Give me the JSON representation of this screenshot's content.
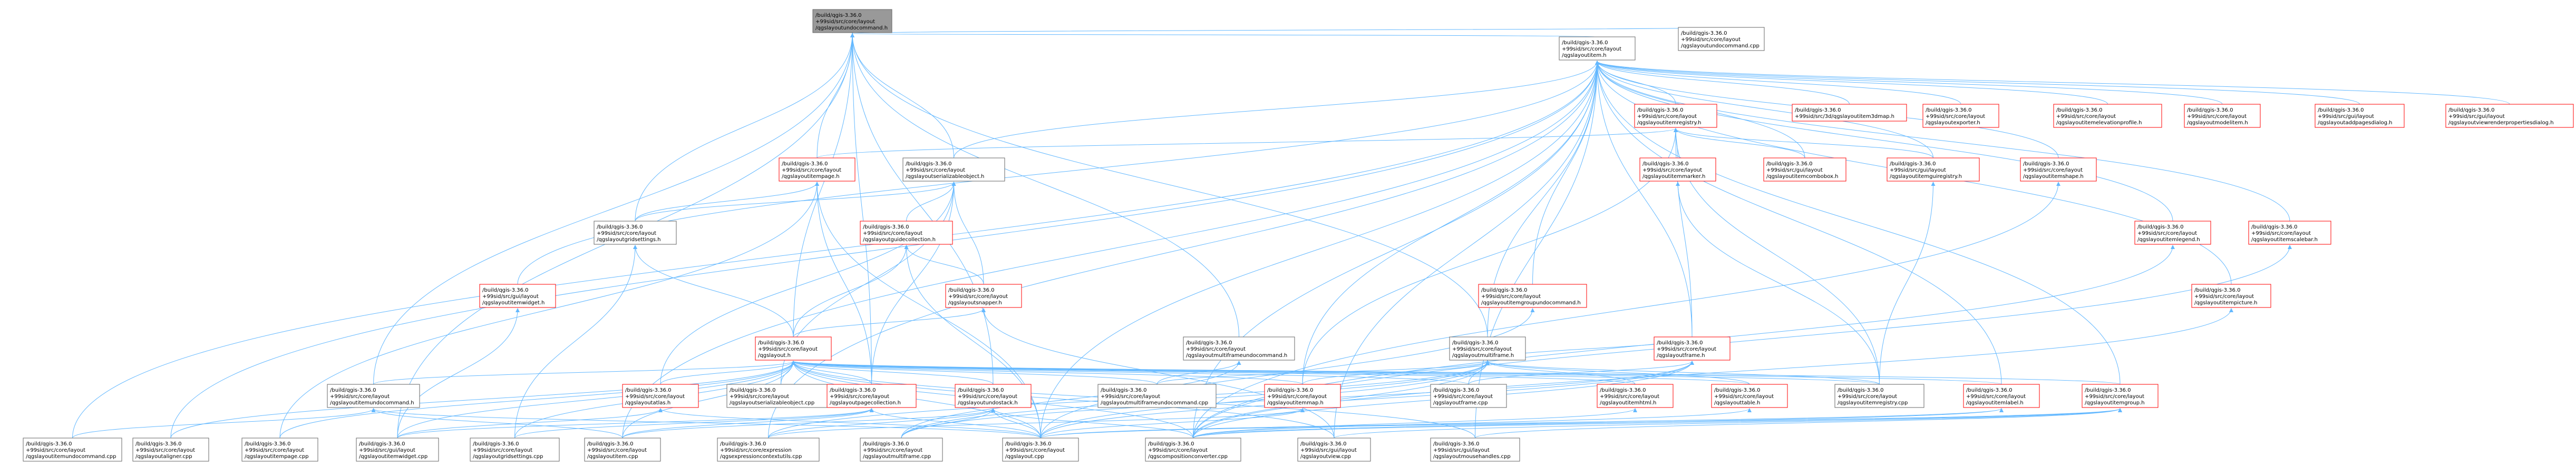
{
  "colors": {
    "edge": "#63b8ff",
    "border_default": "#666666",
    "border_red": "#ff0000",
    "fill_default": "#ffffff",
    "fill_focus": "#999999"
  },
  "graph": {
    "nodes": [
      {
        "id": "root",
        "lines": [
          "/build/qgis-3.36.0",
          "+99sid/src/core/layout",
          "/qgslayoutundocommand.h"
        ],
        "kind": "focus"
      },
      {
        "id": "item_h",
        "lines": [
          "/build/qgis-3.36.0",
          "+99sid/src/core/layout",
          "/qgslayoutitem.h"
        ],
        "kind": "default"
      },
      {
        "id": "undocmd_cpp",
        "lines": [
          "/build/qgis-3.36.0",
          "+99sid/src/core/layout",
          "/qgslayoutundocommand.cpp"
        ],
        "kind": "default"
      },
      {
        "id": "registry_h",
        "lines": [
          "/build/qgis-3.36.0",
          "+99sid/src/core/layout",
          "/qgslayoutitemregistry.h"
        ],
        "kind": "red"
      },
      {
        "id": "bitmap_h",
        "lines": [
          "/build/qgis-3.36.0",
          "+99sid/src/3d/qgslayoutitem3dmap.h"
        ],
        "kind": "red"
      },
      {
        "id": "exporter_h",
        "lines": [
          "/build/qgis-3.36.0",
          "+99sid/src/core/layout",
          "/qgslayoutexporter.h"
        ],
        "kind": "red"
      },
      {
        "id": "elevation_h",
        "lines": [
          "/build/qgis-3.36.0",
          "+99sid/src/core/layout",
          "/qgslayoutitemelevationprofile.h"
        ],
        "kind": "red"
      },
      {
        "id": "modelitem_h",
        "lines": [
          "/build/qgis-3.36.0",
          "+99sid/src/core/layout",
          "/qgslayoutmodelitem.h"
        ],
        "kind": "red"
      },
      {
        "id": "addpages_h",
        "lines": [
          "/build/qgis-3.36.0",
          "+99sid/src/gui/layout",
          "/qgslayoutaddpagesdialog.h"
        ],
        "kind": "red"
      },
      {
        "id": "viewprops_h",
        "lines": [
          "/build/qgis-3.36.0",
          "+99sid/src/gui/layout",
          "/qgslayoutviewrenderpropertiesdialog.h"
        ],
        "kind": "red"
      },
      {
        "id": "itempage_h",
        "lines": [
          "/build/qgis-3.36.0",
          "+99sid/src/core/layout",
          "/qgslayoutitempage.h"
        ],
        "kind": "red"
      },
      {
        "id": "serializable_h",
        "lines": [
          "/build/qgis-3.36.0",
          "+99sid/src/core/layout",
          "/qgslayoutserializableobject.h"
        ],
        "kind": "default"
      },
      {
        "id": "marker_h",
        "lines": [
          "/build/qgis-3.36.0",
          "+99sid/src/core/layout",
          "/qgslayoutitemmarker.h"
        ],
        "kind": "red"
      },
      {
        "id": "combobox_h",
        "lines": [
          "/build/qgis-3.36.0",
          "+99sid/src/gui/layout",
          "/qgslayoutitemcombobox.h"
        ],
        "kind": "red"
      },
      {
        "id": "guiregistry_h",
        "lines": [
          "/build/qgis-3.36.0",
          "+99sid/src/gui/layout",
          "/qgslayoutitemguiregistry.h"
        ],
        "kind": "red"
      },
      {
        "id": "itemshape_h",
        "lines": [
          "/build/qgis-3.36.0",
          "+99sid/src/core/layout",
          "/qgslayoutitemshape.h"
        ],
        "kind": "red"
      },
      {
        "id": "gridsettings_h",
        "lines": [
          "/build/qgis-3.36.0",
          "+99sid/src/core/layout",
          "/qgslayoutgridsettings.h"
        ],
        "kind": "default"
      },
      {
        "id": "guidecoll_h",
        "lines": [
          "/build/qgis-3.36.0",
          "+99sid/src/core/layout",
          "/qgslayoutguidecollection.h"
        ],
        "kind": "red"
      },
      {
        "id": "legend_h",
        "lines": [
          "/build/qgis-3.36.0",
          "+99sid/src/core/layout",
          "/qgslayoutitemlegend.h"
        ],
        "kind": "red"
      },
      {
        "id": "scalebar_h",
        "lines": [
          "/build/qgis-3.36.0",
          "+99sid/src/core/layout",
          "/qgslayoutitemscalebar.h"
        ],
        "kind": "red"
      },
      {
        "id": "itemwidget_h",
        "lines": [
          "/build/qgis-3.36.0",
          "+99sid/src/gui/layout",
          "/qgslayoutitemwidget.h"
        ],
        "kind": "red"
      },
      {
        "id": "snapper_h",
        "lines": [
          "/build/qgis-3.36.0",
          "+99sid/src/core/layout",
          "/qgslayoutsnapper.h"
        ],
        "kind": "red"
      },
      {
        "id": "groupundo_h",
        "lines": [
          "/build/qgis-3.36.0",
          "+99sid/src/core/layout",
          "/qgslayoutitemgroupundocommand.h"
        ],
        "kind": "red"
      },
      {
        "id": "picture_h",
        "lines": [
          "/build/qgis-3.36.0",
          "+99sid/src/core/layout",
          "/qgslayoutitempicture.h"
        ],
        "kind": "red"
      },
      {
        "id": "layout_h",
        "lines": [
          "/build/qgis-3.36.0",
          "+99sid/src/core/layout",
          "/qgslayout.h"
        ],
        "kind": "red"
      },
      {
        "id": "mfundo_h",
        "lines": [
          "/build/qgis-3.36.0",
          "+99sid/src/core/layout",
          "/qgslayoutmultiframeundocommand.h"
        ],
        "kind": "default"
      },
      {
        "id": "multiframe_h",
        "lines": [
          "/build/qgis-3.36.0",
          "+99sid/src/core/layout",
          "/qgslayoutmultiframe.h"
        ],
        "kind": "default"
      },
      {
        "id": "frame_h",
        "lines": [
          "/build/qgis-3.36.0",
          "+99sid/src/core/layout",
          "/qgslayoutframe.h"
        ],
        "kind": "red"
      },
      {
        "id": "itemundocmd_h",
        "lines": [
          "/build/qgis-3.36.0",
          "+99sid/src/core/layout",
          "/qgslayoutitemundocommand.h"
        ],
        "kind": "default"
      },
      {
        "id": "atlas_h",
        "lines": [
          "/build/qgis-3.36.0",
          "+99sid/src/core/layout",
          "/qgslayoutatlas.h"
        ],
        "kind": "red"
      },
      {
        "id": "serializable_cpp",
        "lines": [
          "/build/qgis-3.36.0",
          "+99sid/src/core/layout",
          "/qgslayoutserializableobject.cpp"
        ],
        "kind": "default"
      },
      {
        "id": "pagecoll_h",
        "lines": [
          "/build/qgis-3.36.0",
          "+99sid/src/core/layout",
          "/qgslayoutpagecollection.h"
        ],
        "kind": "red"
      },
      {
        "id": "undostack_h",
        "lines": [
          "/build/qgis-3.36.0",
          "+99sid/src/core/layout",
          "/qgslayoutundostack.h"
        ],
        "kind": "red"
      },
      {
        "id": "mfundo_cpp",
        "lines": [
          "/build/qgis-3.36.0",
          "+99sid/src/core/layout",
          "/qgslayoutmultiframeundocommand.cpp"
        ],
        "kind": "default"
      },
      {
        "id": "itemmap_h",
        "lines": [
          "/build/qgis-3.36.0",
          "+99sid/src/core/layout",
          "/qgslayoutitemmap.h"
        ],
        "kind": "red"
      },
      {
        "id": "frame_cpp",
        "lines": [
          "/build/qgis-3.36.0",
          "+99sid/src/core/layout",
          "/qgslayoutframe.cpp"
        ],
        "kind": "default"
      },
      {
        "id": "html_h",
        "lines": [
          "/build/qgis-3.36.0",
          "+99sid/src/core/layout",
          "/qgslayoutitemhtml.h"
        ],
        "kind": "red"
      },
      {
        "id": "table_h",
        "lines": [
          "/build/qgis-3.36.0",
          "+99sid/src/core/layout",
          "/qgslayouttable.h"
        ],
        "kind": "red"
      },
      {
        "id": "itemregistry_cpp",
        "lines": [
          "/build/qgis-3.36.0",
          "+99sid/src/core/layout",
          "/qgslayoutitemregistry.cpp"
        ],
        "kind": "default"
      },
      {
        "id": "label_h",
        "lines": [
          "/build/qgis-3.36.0",
          "+99sid/src/core/layout",
          "/qgslayoutitemlabel.h"
        ],
        "kind": "red"
      },
      {
        "id": "itemgroup_h",
        "lines": [
          "/build/qgis-3.36.0",
          "+99sid/src/core/layout",
          "/qgslayoutitemgroup.h"
        ],
        "kind": "red"
      },
      {
        "id": "itemundocmd_cpp",
        "lines": [
          "/build/qgis-3.36.0",
          "+99sid/src/core/layout",
          "/qgslayoutitemundocommand.cpp"
        ],
        "kind": "default"
      },
      {
        "id": "aligner_cpp",
        "lines": [
          "/build/qgis-3.36.0",
          "+99sid/src/core/layout",
          "/qgslayoutaligner.cpp"
        ],
        "kind": "default"
      },
      {
        "id": "itempage_cpp",
        "lines": [
          "/build/qgis-3.36.0",
          "+99sid/src/core/layout",
          "/qgslayoutitempage.cpp"
        ],
        "kind": "default"
      },
      {
        "id": "itemwidget_cpp",
        "lines": [
          "/build/qgis-3.36.0",
          "+99sid/src/gui/layout",
          "/qgslayoutitemwidget.cpp"
        ],
        "kind": "default"
      },
      {
        "id": "gridsettings_cpp",
        "lines": [
          "/build/qgis-3.36.0",
          "+99sid/src/core/layout",
          "/qgslayoutgridsettings.cpp"
        ],
        "kind": "default"
      },
      {
        "id": "item_cpp",
        "lines": [
          "/build/qgis-3.36.0",
          "+99sid/src/core/layout",
          "/qgslayoutitem.cpp"
        ],
        "kind": "default"
      },
      {
        "id": "exprcontext_cpp",
        "lines": [
          "/build/qgis-3.36.0",
          "+99sid/src/core/expression",
          "/qgsexpressioncontextutils.cpp"
        ],
        "kind": "default"
      },
      {
        "id": "multiframe_cpp",
        "lines": [
          "/build/qgis-3.36.0",
          "+99sid/src/core/layout",
          "/qgslayoutmultiframe.cpp"
        ],
        "kind": "default"
      },
      {
        "id": "layout_cpp",
        "lines": [
          "/build/qgis-3.36.0",
          "+99sid/src/core/layout",
          "/qgslayout.cpp"
        ],
        "kind": "default"
      },
      {
        "id": "compconv_cpp",
        "lines": [
          "/build/qgis-3.36.0",
          "+99sid/src/core/layout",
          "/qgscompositionconverter.cpp"
        ],
        "kind": "default"
      },
      {
        "id": "view_cpp",
        "lines": [
          "/build/qgis-3.36.0",
          "+99sid/src/gui/layout",
          "/qgslayoutview.cpp"
        ],
        "kind": "default"
      },
      {
        "id": "mousehandles_cpp",
        "lines": [
          "/build/qgis-3.36.0",
          "+99sid/src/gui/layout",
          "/qgslayoutmousehandles.cpp"
        ],
        "kind": "default"
      }
    ],
    "edges": [
      [
        "root",
        "item_h"
      ],
      [
        "root",
        "undocmd_cpp"
      ],
      [
        "root",
        "itempage_h"
      ],
      [
        "root",
        "serializable_h"
      ],
      [
        "root",
        "gridsettings_h"
      ],
      [
        "root",
        "mfundo_h"
      ],
      [
        "root",
        "itemundocmd_h"
      ],
      [
        "root",
        "undostack_h"
      ],
      [
        "root",
        "multiframe_h"
      ],
      [
        "root",
        "pagecoll_h"
      ],
      [
        "root",
        "layout_h"
      ],
      [
        "root",
        "itemwidget_cpp"
      ],
      [
        "item_h",
        "registry_h"
      ],
      [
        "item_h",
        "bitmap_h"
      ],
      [
        "item_h",
        "exporter_h"
      ],
      [
        "item_h",
        "elevation_h"
      ],
      [
        "item_h",
        "modelitem_h"
      ],
      [
        "item_h",
        "addpages_h"
      ],
      [
        "item_h",
        "viewprops_h"
      ],
      [
        "item_h",
        "serializable_h"
      ],
      [
        "item_h",
        "combobox_h"
      ],
      [
        "item_h",
        "guiregistry_h"
      ],
      [
        "item_h",
        "itemshape_h"
      ],
      [
        "item_h",
        "legend_h"
      ],
      [
        "item_h",
        "scalebar_h"
      ],
      [
        "item_h",
        "itemwidget_h"
      ],
      [
        "item_h",
        "picture_h"
      ],
      [
        "item_h",
        "frame_h"
      ],
      [
        "item_h",
        "multiframe_h"
      ],
      [
        "item_h",
        "itemmap_h"
      ],
      [
        "item_h",
        "label_h"
      ],
      [
        "item_h",
        "itemgroup_h"
      ],
      [
        "item_h",
        "aligner_cpp"
      ],
      [
        "item_h",
        "item_cpp"
      ],
      [
        "item_h",
        "exprcontext_cpp"
      ],
      [
        "item_h",
        "layout_cpp"
      ],
      [
        "item_h",
        "compconv_cpp"
      ],
      [
        "item_h",
        "view_cpp"
      ],
      [
        "item_h",
        "mousehandles_cpp"
      ],
      [
        "item_h",
        "itemundocmd_cpp"
      ],
      [
        "item_h",
        "groupundo_h"
      ],
      [
        "registry_h",
        "itempage_h"
      ],
      [
        "registry_h",
        "marker_h"
      ],
      [
        "registry_h",
        "combobox_h"
      ],
      [
        "registry_h",
        "guiregistry_h"
      ],
      [
        "registry_h",
        "itemmap_h"
      ],
      [
        "registry_h",
        "itemregistry_cpp"
      ],
      [
        "registry_h",
        "frame_h"
      ],
      [
        "itempage_h",
        "gridsettings_h"
      ],
      [
        "itempage_h",
        "pagecoll_h"
      ],
      [
        "itempage_h",
        "itempage_cpp"
      ],
      [
        "itempage_h",
        "layout_cpp"
      ],
      [
        "serializable_h",
        "gridsettings_h"
      ],
      [
        "serializable_h",
        "guidecoll_h"
      ],
      [
        "serializable_h",
        "snapper_h"
      ],
      [
        "serializable_h",
        "atlas_h"
      ],
      [
        "serializable_h",
        "pagecoll_h"
      ],
      [
        "serializable_h",
        "serializable_cpp"
      ],
      [
        "gridsettings_h",
        "layout_h"
      ],
      [
        "gridsettings_h",
        "gridsettings_cpp"
      ],
      [
        "guidecoll_h",
        "layout_h"
      ],
      [
        "guidecoll_h",
        "snapper_h"
      ],
      [
        "guidecoll_h",
        "layout_cpp"
      ],
      [
        "snapper_h",
        "layout_h"
      ],
      [
        "snapper_h",
        "view_cpp"
      ],
      [
        "guiregistry_h",
        "itemregistry_cpp"
      ],
      [
        "legend_h",
        "compconv_cpp"
      ],
      [
        "scalebar_h",
        "compconv_cpp"
      ],
      [
        "picture_h",
        "compconv_cpp"
      ],
      [
        "itemshape_h",
        "compconv_cpp"
      ],
      [
        "itemwidget_h",
        "itemwidget_cpp"
      ],
      [
        "groupundo_h",
        "layout_cpp"
      ],
      [
        "layout_h",
        "itemundocmd_h"
      ],
      [
        "layout_h",
        "atlas_h"
      ],
      [
        "layout_h",
        "serializable_cpp"
      ],
      [
        "layout_h",
        "pagecoll_h"
      ],
      [
        "layout_h",
        "undostack_h"
      ],
      [
        "layout_h",
        "mfundo_cpp"
      ],
      [
        "layout_h",
        "itemmap_h"
      ],
      [
        "layout_h",
        "frame_cpp"
      ],
      [
        "layout_h",
        "html_h"
      ],
      [
        "layout_h",
        "table_h"
      ],
      [
        "layout_h",
        "itemregistry_cpp"
      ],
      [
        "layout_h",
        "label_h"
      ],
      [
        "layout_h",
        "itemgroup_h"
      ],
      [
        "layout_h",
        "aligner_cpp"
      ],
      [
        "layout_h",
        "itempage_cpp"
      ],
      [
        "layout_h",
        "itemwidget_cpp"
      ],
      [
        "layout_h",
        "gridsettings_cpp"
      ],
      [
        "layout_h",
        "item_cpp"
      ],
      [
        "layout_h",
        "layout_cpp"
      ],
      [
        "layout_h",
        "compconv_cpp"
      ],
      [
        "layout_h",
        "view_cpp"
      ],
      [
        "layout_h",
        "mousehandles_cpp"
      ],
      [
        "mfundo_h",
        "mfundo_cpp"
      ],
      [
        "mfundo_h",
        "multiframe_cpp"
      ],
      [
        "multiframe_h",
        "frame_h"
      ],
      [
        "multiframe_h",
        "mfundo_cpp"
      ],
      [
        "multiframe_h",
        "itemmap_h"
      ],
      [
        "multiframe_h",
        "frame_cpp"
      ],
      [
        "multiframe_h",
        "html_h"
      ],
      [
        "multiframe_h",
        "table_h"
      ],
      [
        "multiframe_h",
        "itemregistry_cpp"
      ],
      [
        "multiframe_h",
        "layout_cpp"
      ],
      [
        "multiframe_h",
        "exprcontext_cpp"
      ],
      [
        "multiframe_h",
        "multiframe_cpp"
      ],
      [
        "multiframe_h",
        "compconv_cpp"
      ],
      [
        "frame_h",
        "frame_cpp"
      ],
      [
        "frame_h",
        "layout_cpp"
      ],
      [
        "frame_h",
        "compconv_cpp"
      ],
      [
        "frame_h",
        "multiframe_cpp"
      ],
      [
        "itemundocmd_h",
        "itemundocmd_cpp"
      ],
      [
        "itemundocmd_h",
        "layout_cpp"
      ],
      [
        "itemundocmd_h",
        "item_cpp"
      ],
      [
        "atlas_h",
        "itemwidget_cpp"
      ],
      [
        "atlas_h",
        "layout_cpp"
      ],
      [
        "pagecoll_h",
        "itemwidget_cpp"
      ],
      [
        "pagecoll_h",
        "layout_cpp"
      ],
      [
        "pagecoll_h",
        "item_cpp"
      ],
      [
        "pagecoll_h",
        "gridsettings_cpp"
      ],
      [
        "undostack_h",
        "layout_cpp"
      ],
      [
        "undostack_h",
        "item_cpp"
      ],
      [
        "undostack_h",
        "multiframe_cpp"
      ],
      [
        "undostack_h",
        "compconv_cpp"
      ],
      [
        "undostack_h",
        "exprcontext_cpp"
      ],
      [
        "itemmap_h",
        "layout_cpp"
      ],
      [
        "itemmap_h",
        "exprcontext_cpp"
      ],
      [
        "html_h",
        "compconv_cpp"
      ],
      [
        "table_h",
        "compconv_cpp"
      ],
      [
        "label_h",
        "compconv_cpp"
      ],
      [
        "label_h",
        "layout_cpp"
      ],
      [
        "itemgroup_h",
        "view_cpp"
      ],
      [
        "itemgroup_h",
        "mousehandles_cpp"
      ],
      [
        "itemgroup_h",
        "layout_cpp"
      ],
      [
        "itemgroup_h",
        "compconv_cpp"
      ],
      [
        "marker_h",
        "itemregistry_cpp"
      ]
    ]
  }
}
